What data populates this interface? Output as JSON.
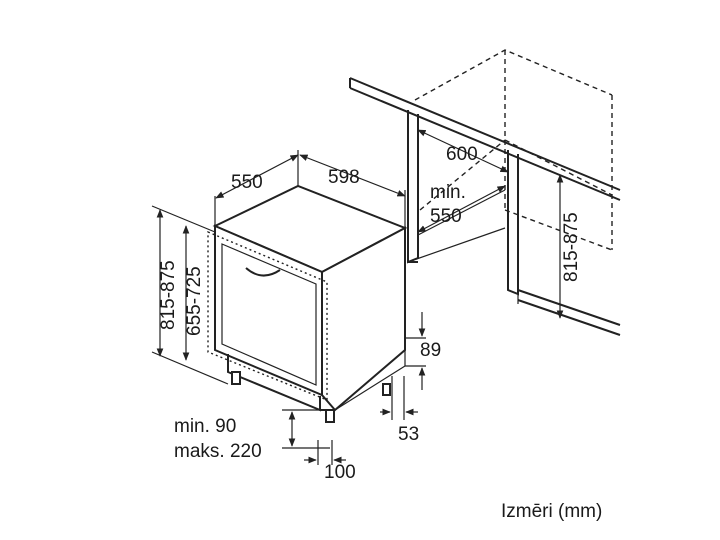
{
  "dimensions": {
    "width": "598",
    "depth": "550",
    "niche_width": "600",
    "niche_depth_line1": "min.",
    "niche_depth_line2": "550",
    "height_total": "815-875",
    "height_body": "655-725",
    "niche_height": "815-875",
    "plinth_gap": "89",
    "foot_offset": "53",
    "plinth_line1": "min. 90",
    "plinth_line2": "maks. 220",
    "plinth_depth": "100"
  },
  "caption": "Izmēri (mm)"
}
